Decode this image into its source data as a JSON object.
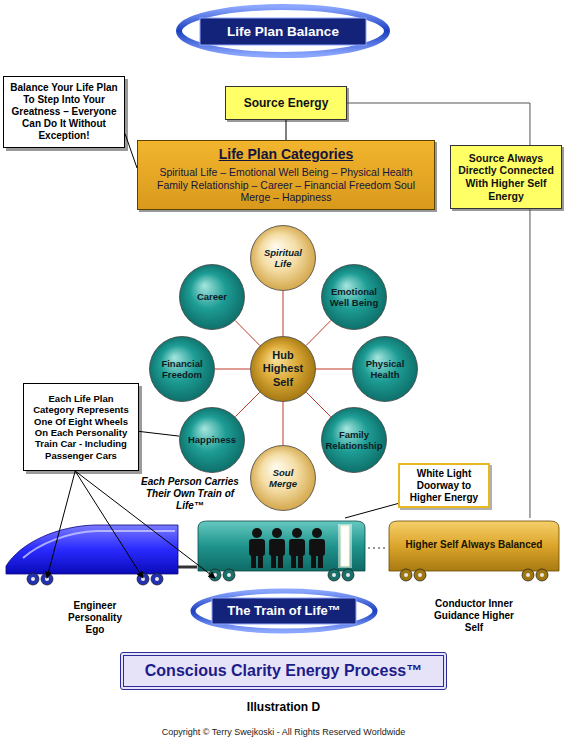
{
  "diagram": {
    "title": "Life Plan Balance",
    "caption": "Illustration D",
    "nodes": [
      {
        "text": [
          "Balance Your Life Plan To Step Into Your Greatness – Everyone Can Do It Without Exception!"
        ]
      },
      {
        "text": [
          "Source Energy"
        ]
      },
      {
        "text": [
          "Life Plan Categories",
          "Spiritual Life – Emotional Well Being – Physical Health Family Relationship – Career – Financial Freedom Soul Merge – Happiness"
        ]
      },
      {
        "text": [
          "Source Always Directly Connected With Higher Self Energy"
        ]
      },
      {
        "text": [
          "Spiritual Life"
        ]
      },
      {
        "text": [
          "Career"
        ]
      },
      {
        "text": [
          "Emotional Well Being"
        ]
      },
      {
        "text": [
          "Financial Freedom"
        ]
      },
      {
        "text": [
          "Hub Highest Self"
        ]
      },
      {
        "text": [
          "Physical Health"
        ]
      },
      {
        "text": [
          "Happiness"
        ]
      },
      {
        "text": [
          "Family Relationship"
        ]
      },
      {
        "text": [
          "Each Life Plan Category Represents One Of Eight Wheels On Each Personality Train Car - Including Passenger Cars"
        ]
      },
      {
        "text": [
          "Soul Merge"
        ]
      },
      {
        "text": [
          "White Light Doorway to Higher Energy"
        ]
      },
      {
        "text": [
          "Engineer Personality Ego"
        ]
      },
      {
        "text": [
          "Each Person Carries Their Own Train of Life™"
        ]
      },
      {
        "text": [
          "Higher Self Always Balanced",
          "Conductor Inner Guidance Higher Self"
        ]
      },
      {
        "text": [
          "The Train of Life™"
        ]
      },
      {
        "text": [
          "Conscious Clarity Energy Process™"
        ]
      }
    ],
    "edges": [
      {
        "from": 0,
        "to": 2,
        "arrow": "none"
      },
      {
        "from": 1,
        "to": 2,
        "arrow": "none"
      },
      {
        "from": 1,
        "to": 3,
        "arrow": "none"
      },
      {
        "from": 3,
        "to": 17,
        "arrow": "none"
      },
      {
        "from": 8,
        "to": 4,
        "arrow": "none"
      },
      {
        "from": 8,
        "to": 6,
        "arrow": "none"
      },
      {
        "from": 8,
        "to": 9,
        "arrow": "none"
      },
      {
        "from": 8,
        "to": 11,
        "arrow": "none"
      },
      {
        "from": 8,
        "to": 13,
        "arrow": "none"
      },
      {
        "from": 8,
        "to": 10,
        "arrow": "none"
      },
      {
        "from": 8,
        "to": 7,
        "arrow": "none"
      },
      {
        "from": 8,
        "to": 5,
        "arrow": "none"
      },
      {
        "from": 12,
        "to": 10,
        "arrow": "none"
      },
      {
        "from": 12,
        "to": 15,
        "arrow": "to"
      },
      {
        "from": 12,
        "to": 15,
        "arrow": "to"
      },
      {
        "from": 12,
        "to": 16,
        "arrow": "to"
      },
      {
        "from": 14,
        "to": 16,
        "arrow": "none"
      },
      {
        "from": 16,
        "to": 17,
        "arrow": "none"
      }
    ],
    "labels": [
      "Copyright © Terry Swejkoski - All Rights Reserved Worldwide"
    ]
  }
}
